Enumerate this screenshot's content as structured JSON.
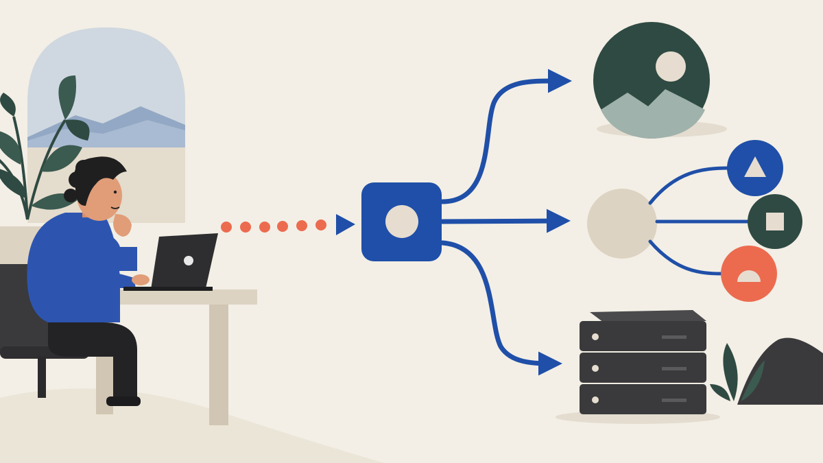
{
  "diagram": {
    "type": "flow-illustration",
    "nodes": [
      {
        "id": "user-at-laptop",
        "kind": "person"
      },
      {
        "id": "router-hub",
        "kind": "hub",
        "icon": "circle-icon"
      },
      {
        "id": "image-output",
        "kind": "output",
        "icon": "landscape-image-icon"
      },
      {
        "id": "shape-splitter",
        "kind": "branch",
        "icon": "circle-icon"
      },
      {
        "id": "triangle-output",
        "kind": "output",
        "icon": "triangle-icon"
      },
      {
        "id": "square-output",
        "kind": "output",
        "icon": "square-icon"
      },
      {
        "id": "semicircle-output",
        "kind": "output",
        "icon": "semicircle-icon"
      },
      {
        "id": "server-storage",
        "kind": "storage",
        "icon": "server-rack-icon"
      }
    ],
    "edges": [
      {
        "from": "user-at-laptop",
        "to": "router-hub",
        "style": "dotted"
      },
      {
        "from": "router-hub",
        "to": "image-output",
        "style": "curved-arrow"
      },
      {
        "from": "router-hub",
        "to": "shape-splitter",
        "style": "straight-arrow"
      },
      {
        "from": "router-hub",
        "to": "server-storage",
        "style": "curved-arrow"
      },
      {
        "from": "shape-splitter",
        "to": "triangle-output",
        "style": "curve"
      },
      {
        "from": "shape-splitter",
        "to": "square-output",
        "style": "straight"
      },
      {
        "from": "shape-splitter",
        "to": "semicircle-output",
        "style": "curve"
      }
    ]
  },
  "colors": {
    "background": "#f3efe6",
    "blue": "#1f4fa8",
    "dark_green": "#2f4a42",
    "sage": "#9fb2ab",
    "beige": "#ddd3c2",
    "coral": "#ec6b4f",
    "charcoal": "#3a3a3c",
    "sky": "#c8d3de"
  }
}
